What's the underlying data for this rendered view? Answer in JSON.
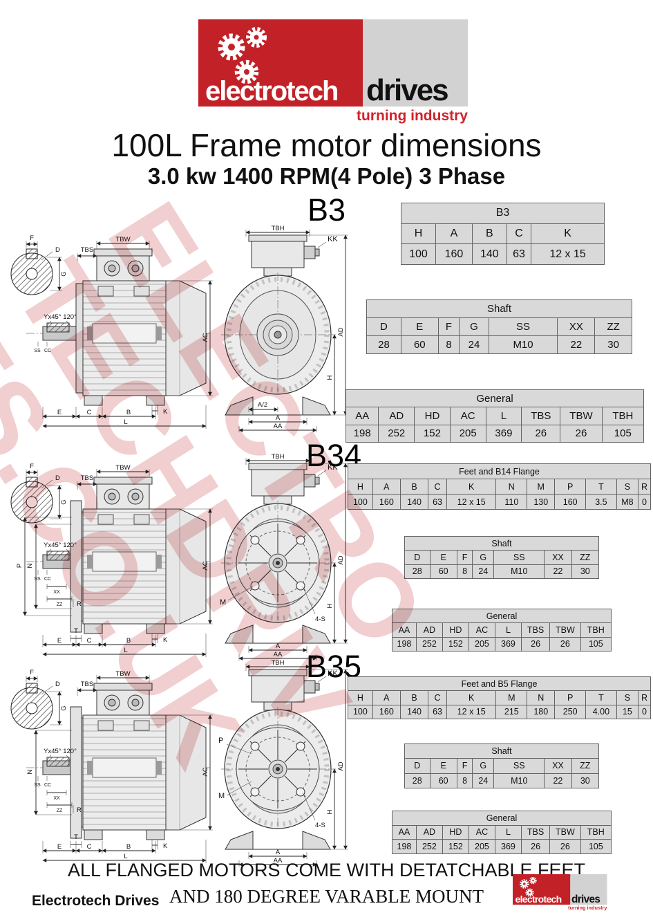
{
  "logo": {
    "brand_left": "electrotech",
    "brand_right": "drives",
    "tagline": "turning industry"
  },
  "colors": {
    "logo_red": "#c32128",
    "logo_gray": "#d2d2d2",
    "table_fill": "#d9d9d9",
    "watermark_red": "rgba(200,60,62,0.25)"
  },
  "title": "100L Frame motor dimensions",
  "subtitle": "3.0 kw 1400 RPM(4 Pole) 3 Phase",
  "watermark": "ELECTROTECHDRIVES.CO.UK",
  "dims": {
    "f": "F",
    "d": "D",
    "g": "G",
    "tbs": "TBS",
    "tbw": "TBW",
    "tbh": "TBH",
    "kk": "KK",
    "ac": "AC",
    "ad": "AD",
    "h": "H",
    "a": "A",
    "aa": "AA",
    "a2": "A/2",
    "b": "B",
    "c": "C",
    "e": "E",
    "k": "K",
    "l": "L",
    "t": "T",
    "r": "R",
    "p": "P",
    "n": "N",
    "m": "M",
    "ss": "SS",
    "cc": "CC",
    "xx": "XX",
    "zz": "ZZ",
    "s4": "4-S",
    "chamfer": "Yx45° 120°"
  },
  "sections": [
    {
      "label": "B3",
      "tables": [
        {
          "title": "B3",
          "headers": [
            "H",
            "A",
            "B",
            "C",
            "K"
          ],
          "values": [
            "100",
            "160",
            "140",
            "63",
            "12 x 15"
          ]
        },
        {
          "title": "Shaft",
          "headers": [
            "D",
            "E",
            "F",
            "G",
            "SS",
            "XX",
            "ZZ"
          ],
          "values": [
            "28",
            "60",
            "8",
            "24",
            "M10",
            "22",
            "30"
          ]
        },
        {
          "title": "General",
          "headers": [
            "AA",
            "AD",
            "HD",
            "AC",
            "L",
            "TBS",
            "TBW",
            "TBH"
          ],
          "values": [
            "198",
            "252",
            "152",
            "205",
            "369",
            "26",
            "26",
            "105"
          ]
        }
      ]
    },
    {
      "label": "B34",
      "tables": [
        {
          "title": "Feet and B14 Flange",
          "headers": [
            "H",
            "A",
            "B",
            "C",
            "K",
            "N",
            "M",
            "P",
            "T",
            "S",
            "R"
          ],
          "values": [
            "100",
            "160",
            "140",
            "63",
            "12 x 15",
            "110",
            "130",
            "160",
            "3.5",
            "M8",
            "0"
          ]
        },
        {
          "title": "Shaft",
          "headers": [
            "D",
            "E",
            "F",
            "G",
            "SS",
            "XX",
            "ZZ"
          ],
          "values": [
            "28",
            "60",
            "8",
            "24",
            "M10",
            "22",
            "30"
          ]
        },
        {
          "title": "General",
          "headers": [
            "AA",
            "AD",
            "HD",
            "AC",
            "L",
            "TBS",
            "TBW",
            "TBH"
          ],
          "values": [
            "198",
            "252",
            "152",
            "205",
            "369",
            "26",
            "26",
            "105"
          ]
        }
      ]
    },
    {
      "label": "B35",
      "tables": [
        {
          "title": "Feet and B5 Flange",
          "headers": [
            "H",
            "A",
            "B",
            "C",
            "K",
            "M",
            "N",
            "P",
            "T",
            "S",
            "R"
          ],
          "values": [
            "100",
            "160",
            "140",
            "63",
            "12 x 15",
            "215",
            "180",
            "250",
            "4.00",
            "15",
            "0"
          ]
        },
        {
          "title": "Shaft",
          "headers": [
            "D",
            "E",
            "F",
            "G",
            "SS",
            "XX",
            "ZZ"
          ],
          "values": [
            "28",
            "60",
            "8",
            "24",
            "M10",
            "22",
            "30"
          ]
        },
        {
          "title": "General",
          "headers": [
            "AA",
            "AD",
            "HD",
            "AC",
            "L",
            "TBS",
            "TBW",
            "TBH"
          ],
          "values": [
            "198",
            "252",
            "152",
            "205",
            "369",
            "26",
            "26",
            "105"
          ]
        }
      ]
    }
  ],
  "footer": {
    "note_line1": "ALL FLANGED MOTORS COME WITH DETATCHABLE FEET",
    "note_line2": "AND 180 DEGREE VARABLE MOUNT",
    "company": "Electrotech Drives"
  }
}
